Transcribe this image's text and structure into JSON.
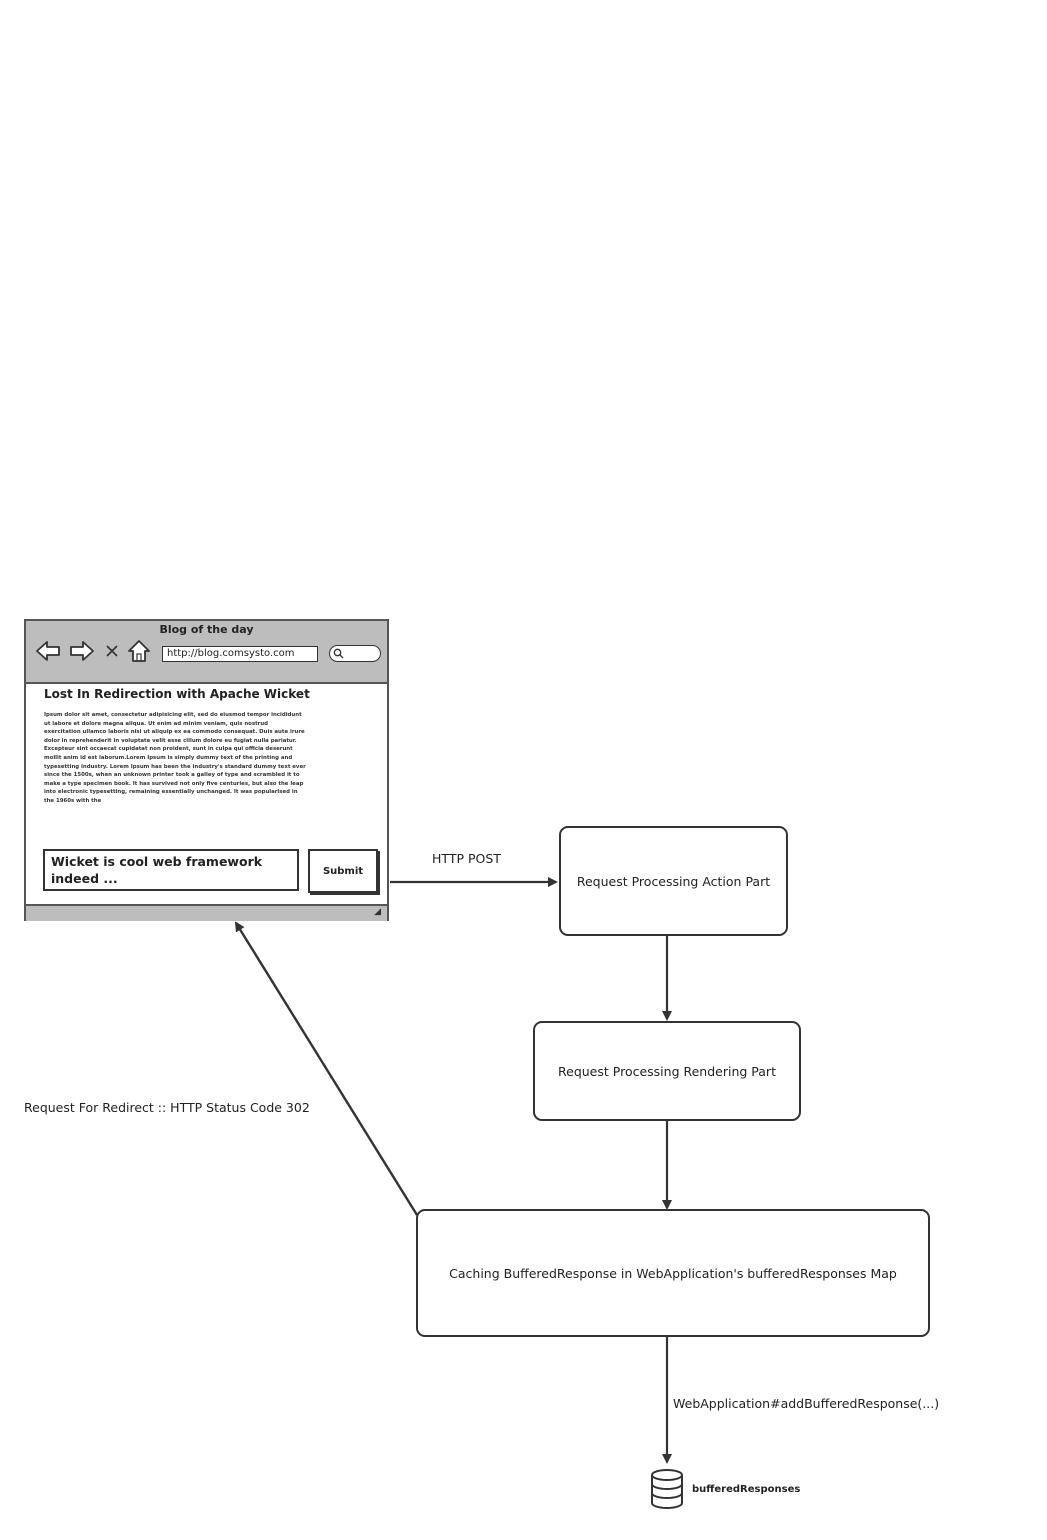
{
  "browser": {
    "title": "Blog of the day",
    "url": "http://blog.comsysto.com",
    "heading": "Lost In Redirection with Apache Wicket",
    "body_text": " Ipsum dolor sit amet, consectetur adipisicing elit, sed do eiusmod tempor incididunt ut labore et dolore magna aliqua. Ut enim ad minim veniam, quis nostrud exercitation ullamco laboris nisi ut aliquip ex ea commodo consequat. Duis aute irure dolor in reprehenderit in voluptate velit esse cillum dolore eu fugiat nulla pariatur. Excepteur sint occaecat cupidatat non proident, sunt in culpa qui officia deserunt mollit anim id est laborum.Lorem Ipsum is simply dummy text of the printing and typesetting industry. Lorem Ipsum has been the industry's standard dummy text ever since the 1500s, when an unknown printer took a galley of type and scrambled it to make a type specimen book. It has survived not only five centuries, but also the leap into electronic typesetting, remaining essentially unchanged. It was popularised in the 1960s with the",
    "comment_value": "Wicket is cool web framework indeed ...",
    "submit_label": "Submit"
  },
  "diagram": {
    "http_post_label": "HTTP POST",
    "action_box": "Request Processing Action Part",
    "render_box": "Request Processing Rendering Part",
    "cache_box": "Caching BufferedResponse in WebApplication's bufferedResponses Map",
    "redirect_label": "Request For Redirect :: HTTP Status Code 302",
    "add_buffered_label": "WebApplication#addBufferedResponse(...)",
    "db_label": "bufferedResponses"
  }
}
